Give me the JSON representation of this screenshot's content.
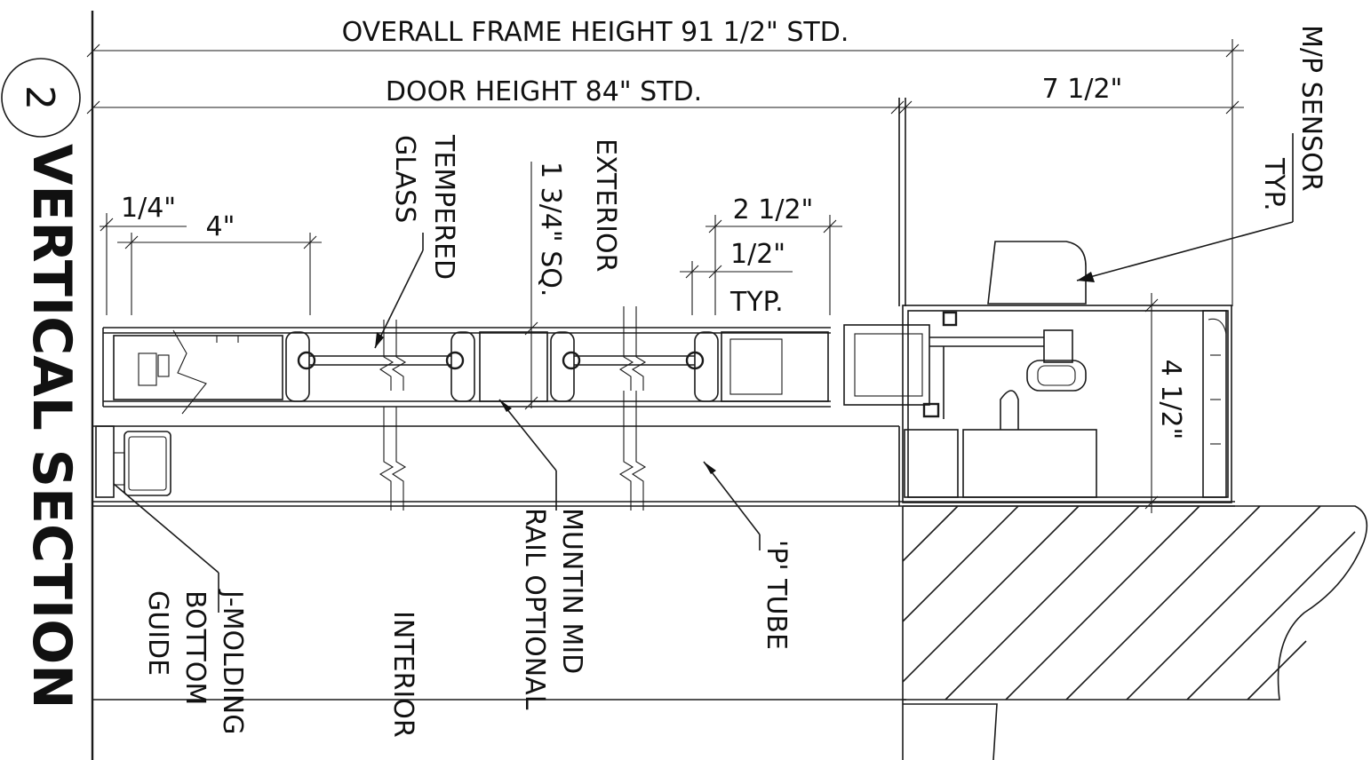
{
  "title": {
    "number": "2",
    "text": "VERTICAL SECTION"
  },
  "dimensions": {
    "overall_frame_height": "OVERALL FRAME HEIGHT 91 1/2\" STD.",
    "door_height": "DOOR HEIGHT 84\" STD.",
    "header_depth": "7 1/2\"",
    "quarter_inch": "1/4\"",
    "four_inch": "4\"",
    "two_half": "2 1/2\"",
    "half_inch": "1/2\"",
    "typ": "TYP.",
    "sill_height": "4 1/2\""
  },
  "labels": {
    "mp_sensor_line1": "M/P SENSOR",
    "mp_sensor_line2": "TYP.",
    "tempered_glass_line1": "TEMPERED",
    "tempered_glass_line2": "GLASS",
    "one_three_quarter_sq": "1 3/4\" SQ.",
    "exterior": "EXTERIOR",
    "muntin_line1": "MUNTIN MID",
    "muntin_line2": "RAIL OPTIONAL",
    "p_tube": "'P' TUBE",
    "interior": "INTERIOR",
    "jmold_line1": "J-MOLDING",
    "jmold_line2": "BOTTOM",
    "jmold_line3": "GUIDE"
  }
}
